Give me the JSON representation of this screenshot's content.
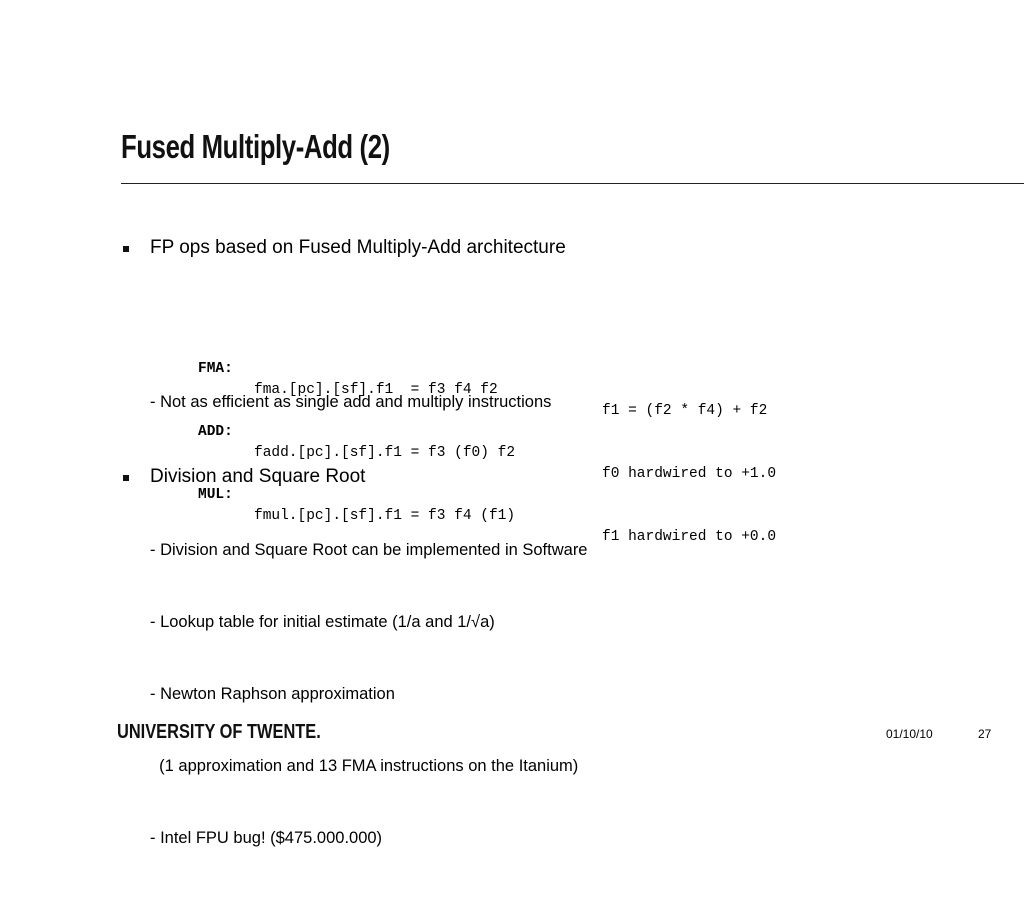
{
  "slide": {
    "title": "Fused Multiply-Add (2)"
  },
  "section1": {
    "bullet": "FP ops based on Fused Multiply-Add architecture",
    "code": [
      {
        "label": "FMA:",
        "instr": "fma.[pc].[sf].f1  = f3 f4 f2",
        "note": "f1 = (f2 * f4) + f2"
      },
      {
        "label": "ADD:",
        "instr": "fadd.[pc].[sf].f1 = f3 (f0) f2",
        "note": "f0 hardwired to +1.0"
      },
      {
        "label": "MUL:",
        "instr": "fmul.[pc].[sf].f1 = f3 f4 (f1)",
        "note": "f1 hardwired to +0.0"
      }
    ],
    "note": "- Not as efficient as single add and multiply instructions"
  },
  "section2": {
    "bullet": "Division and Square Root",
    "lines": [
      "- Division and Square Root can be implemented in Software",
      "- Lookup table for initial estimate (1/a and 1/√a)",
      "- Newton Raphson approximation",
      "  (1 approximation and 13 FMA instructions on the Itanium)",
      "- Intel FPU bug! ($475.000.000)"
    ]
  },
  "footer": {
    "logo": "UNIVERSITY OF TWENTE.",
    "date": "01/10/10",
    "page": "27"
  }
}
